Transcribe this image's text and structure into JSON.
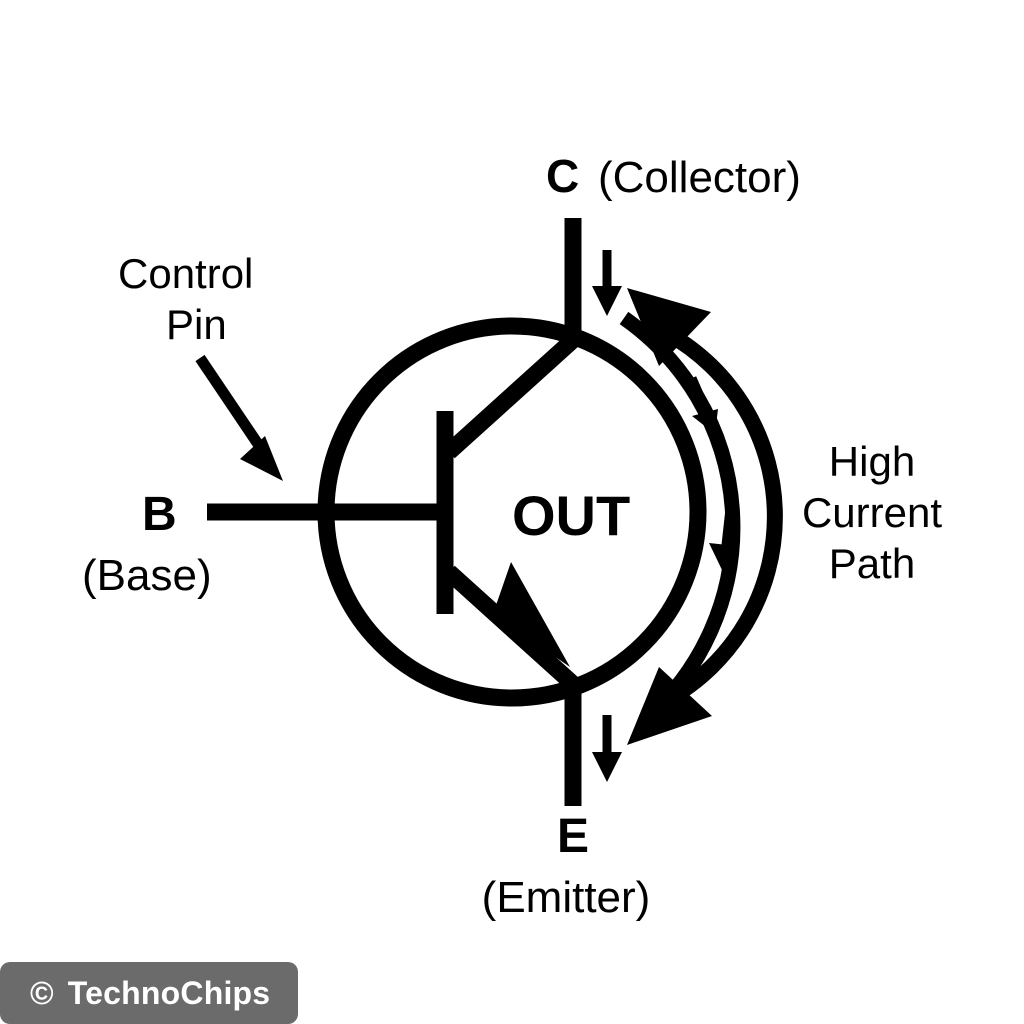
{
  "diagram": {
    "type": "npn-bipolar-junction-transistor-schematic",
    "background_color": "#ffffff",
    "stroke_color": "#000000",
    "terminals": {
      "collector": {
        "letter": "C",
        "name": "(Collector)"
      },
      "base": {
        "letter": "B",
        "name": "(Base)"
      },
      "emitter": {
        "letter": "E",
        "name": "(Emitter)"
      }
    },
    "body_label": "OUT",
    "annotations": {
      "control_pin": {
        "line1": "Control",
        "line2": "Pin"
      },
      "high_current_path": {
        "line1": "High",
        "line2": "Current",
        "line3": "Path"
      }
    },
    "icons": {
      "collector_flow_arrow": "down-arrow-icon",
      "emitter_flow_arrow": "down-arrow-icon",
      "current_path_arc_top": "arc-arrow-up-icon",
      "current_path_arc_bottom": "arc-arrow-down-icon",
      "inner_flow_arrow_top": "small-down-arrow-icon",
      "inner_flow_arrow_bottom": "small-down-arrow-icon",
      "emitter_direction_arrow": "emitter-arrowhead-icon",
      "control_pin_pointer": "pointer-arrow-icon"
    }
  },
  "watermark": {
    "symbol": "©",
    "brand": "TechnoChips",
    "badge_color": "#6b6b6b",
    "text_color": "#ffffff"
  }
}
